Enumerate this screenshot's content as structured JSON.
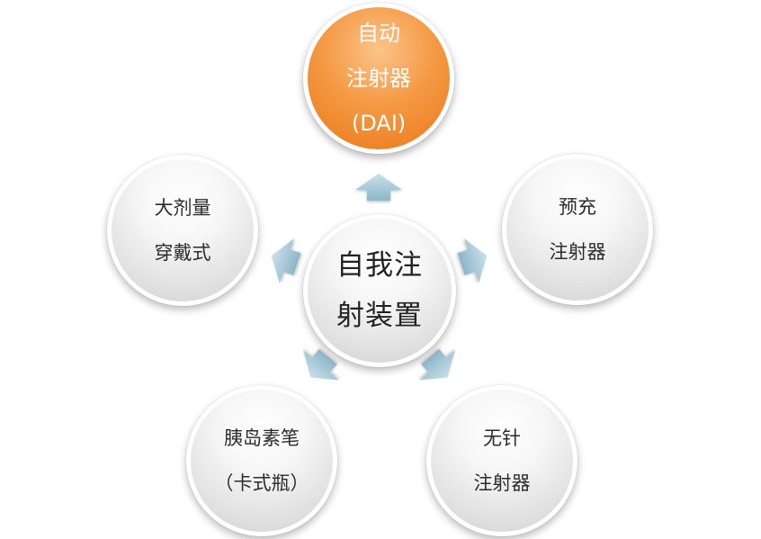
{
  "diagram": {
    "center": {
      "lines": [
        "自我注",
        "射装置"
      ]
    },
    "nodes": {
      "top": {
        "lines": [
          "自动",
          "注射器",
          "(DAI)"
        ]
      },
      "left": {
        "lines": [
          "大剂量",
          "穿戴式"
        ]
      },
      "right": {
        "lines": [
          "预充",
          "注射器"
        ]
      },
      "bottom_left": {
        "lines": [
          "胰岛素笔",
          "（卡式瓶）"
        ]
      },
      "bottom_right": {
        "lines": [
          "无针",
          "注射器"
        ]
      }
    },
    "colors": {
      "highlight": "#F08A2C",
      "bubble": "#E6E6E6",
      "arrow": "#9FC3D4"
    }
  }
}
